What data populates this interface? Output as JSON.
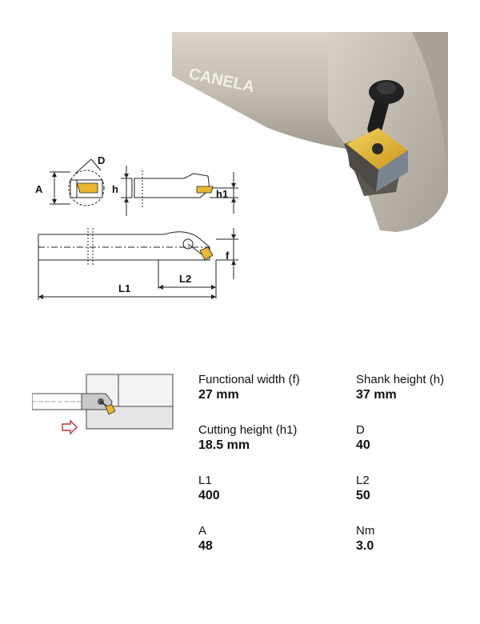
{
  "photo": {
    "brand_text": "CANELA"
  },
  "drawing": {
    "label_D": "D",
    "label_A": "A",
    "label_h": "h",
    "label_h1": "h1",
    "label_f": "f",
    "label_L2": "L2",
    "label_L1": "L1"
  },
  "specs": [
    {
      "label": "Functional width (f)",
      "value": "27 mm"
    },
    {
      "label": "Shank height (h)",
      "value": "37 mm"
    },
    {
      "label": "Cutting height (h1)",
      "value": "18.5 mm"
    },
    {
      "label": "D",
      "value": "40"
    },
    {
      "label": "L1",
      "value": "400"
    },
    {
      "label": "L2",
      "value": "50"
    },
    {
      "label": "A",
      "value": "48"
    },
    {
      "label": "Nm",
      "value": "3.0"
    }
  ],
  "colors": {
    "insert_gold": "#e8b830",
    "arrow_red": "#c0303a",
    "holder_grey": "#b9b3a8"
  }
}
